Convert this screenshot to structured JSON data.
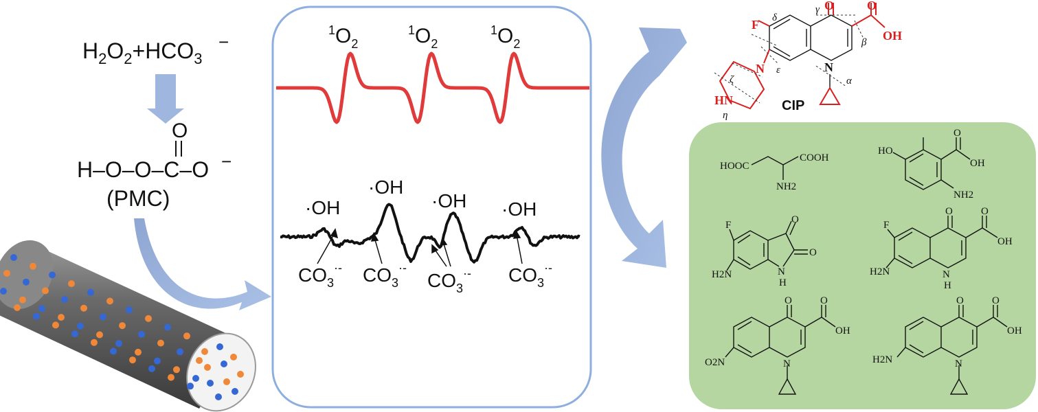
{
  "reaction": {
    "reactants": "H2O2+HCO3",
    "reactants_charge": "−",
    "pmc_top_o": "O",
    "pmc_formula": "H–O–O–C–O",
    "pmc_charge": "−",
    "pmc_name": "(PMC)"
  },
  "epr": {
    "singlet_oxygen_label": "1O2",
    "singlet_oxygen_labels": [
      "1O2",
      "1O2",
      "1O2"
    ],
    "hydroxyl_labels": [
      "·OH",
      "·OH",
      "·OH",
      "·OH"
    ],
    "carbonate_labels": [
      "CO3·−",
      "CO3·−",
      "CO3·−",
      "CO3·−"
    ]
  },
  "cip": {
    "name": "CIP",
    "atom_labels": [
      "F",
      "O",
      "O",
      "OH",
      "N",
      "N",
      "HN"
    ],
    "bond_cleavage_sites": [
      "α",
      "β",
      "γ",
      "δ",
      "ε",
      "ζ",
      "η"
    ]
  },
  "products": {
    "labels": [
      "HOOC",
      "COOH",
      "NH2",
      "HO",
      "O",
      "OH",
      "NH2",
      "F",
      "O",
      "O",
      "H2N",
      "N",
      "H",
      "F",
      "O",
      "O",
      "OH",
      "H2N",
      "N",
      "H",
      "O",
      "O",
      "OH",
      "O2N",
      "N",
      "O",
      "O",
      "OH",
      "H2N",
      "N"
    ]
  },
  "colors": {
    "arrow_blue": "#9fb7df",
    "panel_border": "#8eaee0",
    "epr_red": "#e03a3a",
    "product_panel_fill": "#b5d6a0",
    "cip_red": "#d92020",
    "dot_orange": "#f0883a",
    "dot_blue": "#3568d4"
  }
}
